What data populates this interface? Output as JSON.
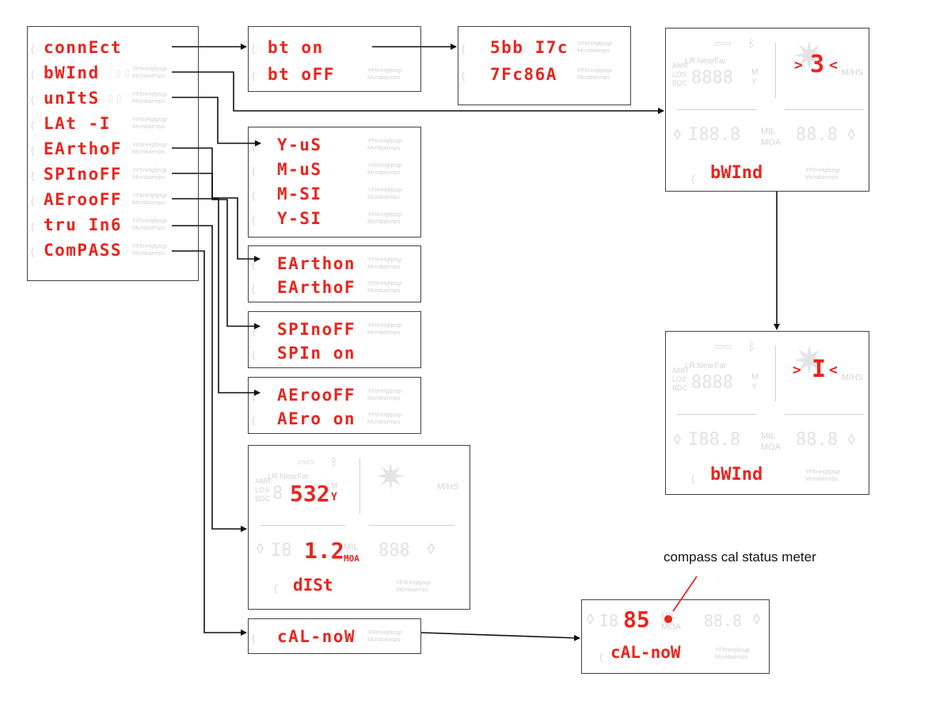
{
  "main_menu": [
    "connEct",
    "bWInd",
    "unItS",
    "LAt  -I",
    "EArthoF",
    "SPInoFF",
    "AErooFF",
    "tru In6",
    "ComPASS"
  ],
  "bt_menu": [
    "bt    on",
    "bt  oFF"
  ],
  "bt_ids": [
    "5bb I7c",
    "7Fc86A"
  ],
  "units_menu": [
    "Y-uS",
    "M-uS",
    "M-SI",
    "Y-SI"
  ],
  "earth_menu": [
    "EArthon",
    "EArthoF"
  ],
  "spin_menu": [
    "SPInoFF",
    "SPIn  on"
  ],
  "aero_menu": [
    "AErooFF",
    "AEro  on"
  ],
  "compass_menu": [
    "cAL-noW"
  ],
  "ghost_label": [
    "YFtInHgfpsgr",
    "Mcmbarmps"
  ],
  "lcd_dim": {
    "amr": "AMR",
    "los": "LOS",
    "bdc": "BDC",
    "lr_near_far": "LR NearFar",
    "m": "M",
    "y": "Y",
    "mhs": "M/HS",
    "mil": "MIL",
    "moa": "MOA"
  },
  "wind_screen_1": {
    "wind_value": "3",
    "bottom": "bWInd"
  },
  "wind_screen_2": {
    "wind_value": "I",
    "bottom": "bWInd"
  },
  "dist_screen": {
    "range_value": "532",
    "range_unit": "Y",
    "hold_value": "1.2",
    "hold_unit": "MOA",
    "bottom": "dISt"
  },
  "cal_screen": {
    "meter_value": "85",
    "bottom": "cAL-noW"
  },
  "annotation": "compass cal status meter",
  "colors": {
    "segment_red": "#e8251f",
    "ghost_gray": "#d8d8d8",
    "line": "#111111"
  }
}
